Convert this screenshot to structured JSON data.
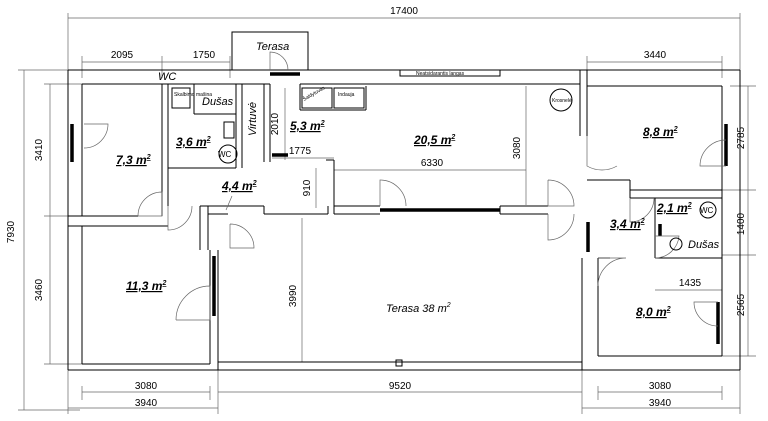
{
  "dimensions": {
    "total_width": "17400",
    "total_height": "7930",
    "top_left_room_width": "2095",
    "bath_width": "1750",
    "top_right_room_width": "3440",
    "bottom_left_width": "3080",
    "bottom_left_outer": "3940",
    "terrace_width": "9520",
    "bottom_right_width": "3080",
    "bottom_right_outer": "3940",
    "left_top_height": "3410",
    "left_bottom_height": "3460",
    "kitchen_height": "2010",
    "hall_width": "1775",
    "hall_height": "910",
    "living_height": "3080",
    "corridor_length": "6330",
    "terrace_depth": "3990",
    "right_top_height": "2785",
    "right_mid_height": "1400",
    "right_bottom_height": "2565",
    "right_wc_width": "1435"
  },
  "rooms": {
    "room_top_left": "7,3 m",
    "bath_left": "3,6 m",
    "kitchen": "5,3 m",
    "living": "20,5 m",
    "hall": "4,4 m",
    "room_bottom_left": "11,3 m",
    "room_top_right": "8,8 m",
    "wc_right": "2,1 m",
    "hall_right": "3,4 m",
    "room_bottom_right": "8,0 m",
    "squared": "2"
  },
  "labels": {
    "terrace_top": "Terasa",
    "wc_top": "WC",
    "shower_left": "Dušas",
    "kitchen": "Virtuvė",
    "wc_left_icon": "WC",
    "washing_machine": "Skalbimo mašina",
    "fridge": "Šaldytuvas",
    "dishwasher": "Indaujа",
    "fixed_window": "Neatsidarantis langas",
    "fireplace": "Krosnelė",
    "wc_right_icon": "WC",
    "shower_right": "Dušas",
    "terrace_main_prefix": "Terasa 38 m",
    "terrace_main_sup": "2"
  }
}
